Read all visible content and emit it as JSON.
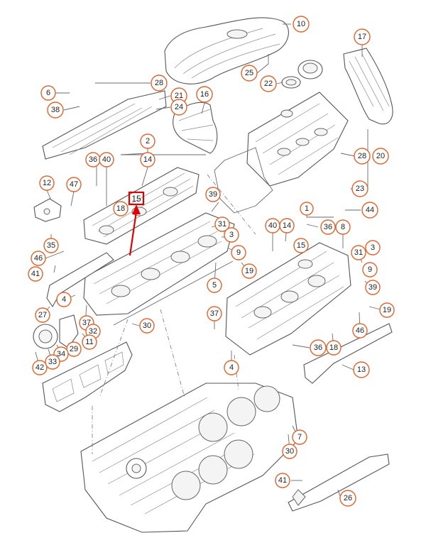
{
  "diagram": {
    "highlight": {
      "label": "15",
      "color": "#e00000"
    },
    "callouts": [
      {
        "id": "c10",
        "label": "10"
      },
      {
        "id": "c17",
        "label": "17"
      },
      {
        "id": "c25",
        "label": "25"
      },
      {
        "id": "c22",
        "label": "22"
      },
      {
        "id": "c28a",
        "label": "28"
      },
      {
        "id": "c6",
        "label": "6"
      },
      {
        "id": "c21",
        "label": "21"
      },
      {
        "id": "c16",
        "label": "16"
      },
      {
        "id": "c38",
        "label": "38"
      },
      {
        "id": "c24",
        "label": "24"
      },
      {
        "id": "c2",
        "label": "2"
      },
      {
        "id": "c36a",
        "label": "36"
      },
      {
        "id": "c40a",
        "label": "40"
      },
      {
        "id": "c14a",
        "label": "14"
      },
      {
        "id": "c28b",
        "label": "28"
      },
      {
        "id": "c20",
        "label": "20"
      },
      {
        "id": "c12",
        "label": "12"
      },
      {
        "id": "c47",
        "label": "47"
      },
      {
        "id": "c18a",
        "label": "18"
      },
      {
        "id": "c23",
        "label": "23"
      },
      {
        "id": "c39a",
        "label": "39"
      },
      {
        "id": "c1",
        "label": "1"
      },
      {
        "id": "c44",
        "label": "44"
      },
      {
        "id": "c31a",
        "label": "31"
      },
      {
        "id": "c3a",
        "label": "3"
      },
      {
        "id": "c40b",
        "label": "40"
      },
      {
        "id": "c14b",
        "label": "14"
      },
      {
        "id": "c36b",
        "label": "36"
      },
      {
        "id": "c8",
        "label": "8"
      },
      {
        "id": "c35",
        "label": "35"
      },
      {
        "id": "c15b",
        "label": "15"
      },
      {
        "id": "c3b",
        "label": "3"
      },
      {
        "id": "c46a",
        "label": "46"
      },
      {
        "id": "c9a",
        "label": "9"
      },
      {
        "id": "c31b",
        "label": "31"
      },
      {
        "id": "c41a",
        "label": "41"
      },
      {
        "id": "c19a",
        "label": "19"
      },
      {
        "id": "c9b",
        "label": "9"
      },
      {
        "id": "c5",
        "label": "5"
      },
      {
        "id": "c39b",
        "label": "39"
      },
      {
        "id": "c4a",
        "label": "4"
      },
      {
        "id": "c19b",
        "label": "19"
      },
      {
        "id": "c27",
        "label": "27"
      },
      {
        "id": "c37a",
        "label": "37"
      },
      {
        "id": "c37b",
        "label": "37"
      },
      {
        "id": "c30a",
        "label": "30"
      },
      {
        "id": "c32",
        "label": "32"
      },
      {
        "id": "c46b",
        "label": "46"
      },
      {
        "id": "c11",
        "label": "11"
      },
      {
        "id": "c29",
        "label": "29"
      },
      {
        "id": "c34",
        "label": "34"
      },
      {
        "id": "c36c",
        "label": "36"
      },
      {
        "id": "c18b",
        "label": "18"
      },
      {
        "id": "c42",
        "label": "42"
      },
      {
        "id": "c33",
        "label": "33"
      },
      {
        "id": "c4b",
        "label": "4"
      },
      {
        "id": "c13",
        "label": "13"
      },
      {
        "id": "c7",
        "label": "7"
      },
      {
        "id": "c30b",
        "label": "30"
      },
      {
        "id": "c41b",
        "label": "41"
      },
      {
        "id": "c26",
        "label": "26"
      }
    ]
  }
}
